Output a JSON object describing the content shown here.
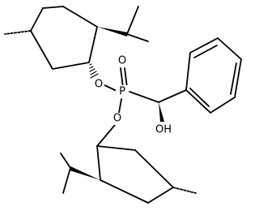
{
  "molecule": {
    "atom_labels": {
      "phosphorus": "P",
      "phosphoryl_oxygen": "O",
      "ester_oxygen_1": "O",
      "ester_oxygen_2": "O",
      "hydroxyl": "OH"
    }
  },
  "colors": {
    "bond": "#000000",
    "background": "#ffffff"
  }
}
